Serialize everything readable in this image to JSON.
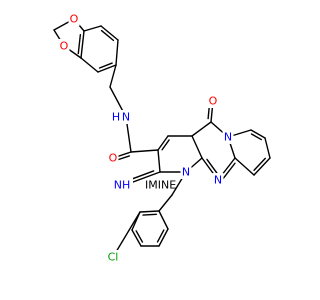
{
  "molecule": {
    "colors": {
      "bond": "#000000",
      "carbon": "#000000",
      "nitrogen": "#0000ff",
      "oxygen": "#ff0000",
      "chlorine": "#00a000",
      "background": "#ffffff"
    },
    "atom_labels": {
      "o_diox_top": "O",
      "o_diox_left": "O",
      "nh_amide": "N",
      "nh_amide_h": "H",
      "o_amide": "O",
      "o_ketone": "O",
      "n_pyrido": "N",
      "imine": "NH",
      "imine_suffix": "IMINE",
      "n_ring": "N",
      "n_bridge": "N",
      "cl": "Cl"
    }
  }
}
